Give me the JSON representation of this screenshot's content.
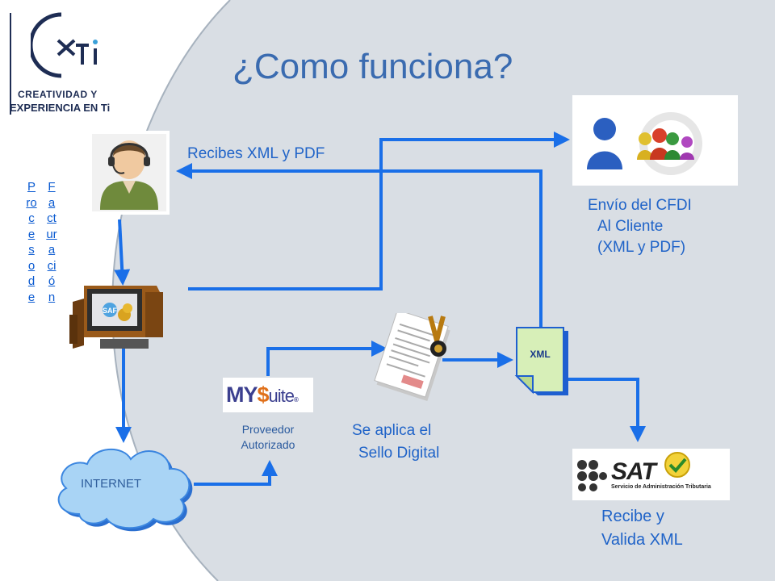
{
  "logo": {
    "mark": "xTi",
    "line1": "CREATIVIDAD Y",
    "line2": "EXPERIENCIA EN Ti"
  },
  "title": "¿Como funciona?",
  "side_label": {
    "col1": "Proceso de",
    "col2": "Facturación"
  },
  "labels": {
    "recibes": "Recibes XML y PDF",
    "envio_line1": "Envío del CFDI",
    "envio_line2": "Al Cliente",
    "envio_line3": "(XML y PDF)",
    "proveedor_line1": "Proveedor",
    "proveedor_line2": "Autorizado",
    "sello_line1": "Se aplica el",
    "sello_line2": "Sello Digital",
    "recibe_line1": "Recibe y",
    "recibe_line2": "Valida XML",
    "internet": "INTERNET",
    "xml_doc": "XML"
  },
  "badges": {
    "mysuite_my": "MY",
    "mysuite_s": "$",
    "mysuite_rest": "uite",
    "mysuite_reg": "®",
    "saf": "SAF",
    "sat_name": "SAT",
    "sat_sub": "Servicio de Administración Tributaria"
  },
  "colors": {
    "arrow": "#1a6fe8",
    "title": "#3a6bb0",
    "label": "#1f63c8",
    "background_panel": "#d9dee4"
  }
}
